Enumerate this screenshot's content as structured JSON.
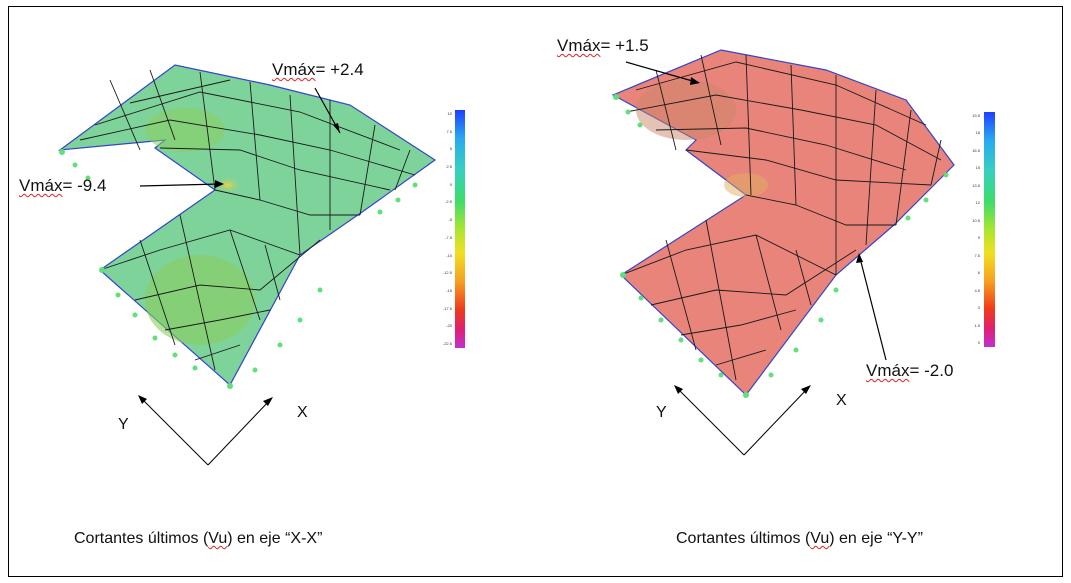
{
  "left": {
    "ann_top_word": "Vmáx",
    "ann_top_value": "= +2.4",
    "ann_left_word": "Vmáx",
    "ann_left_value": "= -9.4",
    "axis_y": "Y",
    "axis_x": "X",
    "caption_pre": "Cortantes últimos (",
    "caption_vu": "Vu",
    "caption_post": ") en eje “X-X”",
    "mesh_fill": "#7ed39b",
    "scale_ticks": [
      "10",
      "7.5",
      "5",
      "2.5",
      "0",
      "-2.5",
      "-5",
      "-7.5",
      "-10",
      "-12.5",
      "-15",
      "-17.5",
      "-20",
      "-22.5"
    ]
  },
  "right": {
    "ann_top_word": "Vmáx",
    "ann_top_value": "= +1.5",
    "ann_bottom_word": "Vmáx",
    "ann_bottom_value": "= -2.0",
    "axis_y": "Y",
    "axis_x": "X",
    "caption_pre": "Cortantes últimos (",
    "caption_vu": "Vu",
    "caption_post": ") en eje “Y-Y”",
    "mesh_fill": "#e8847a",
    "scale_ticks": [
      "19.5",
      "18",
      "16.5",
      "15",
      "13.5",
      "12",
      "10.5",
      "9",
      "7.5",
      "6",
      "4.5",
      "3",
      "1.5",
      "0"
    ]
  },
  "colors": {
    "scale": [
      "#1e40ff",
      "#2aa9f0",
      "#36d0c0",
      "#3ddc6a",
      "#a8e630",
      "#f0e020",
      "#f6a020",
      "#ef3a1a",
      "#e0206e",
      "#c030d0"
    ],
    "mesh_line": "#1a1a1a",
    "support": "#5fe07a"
  }
}
